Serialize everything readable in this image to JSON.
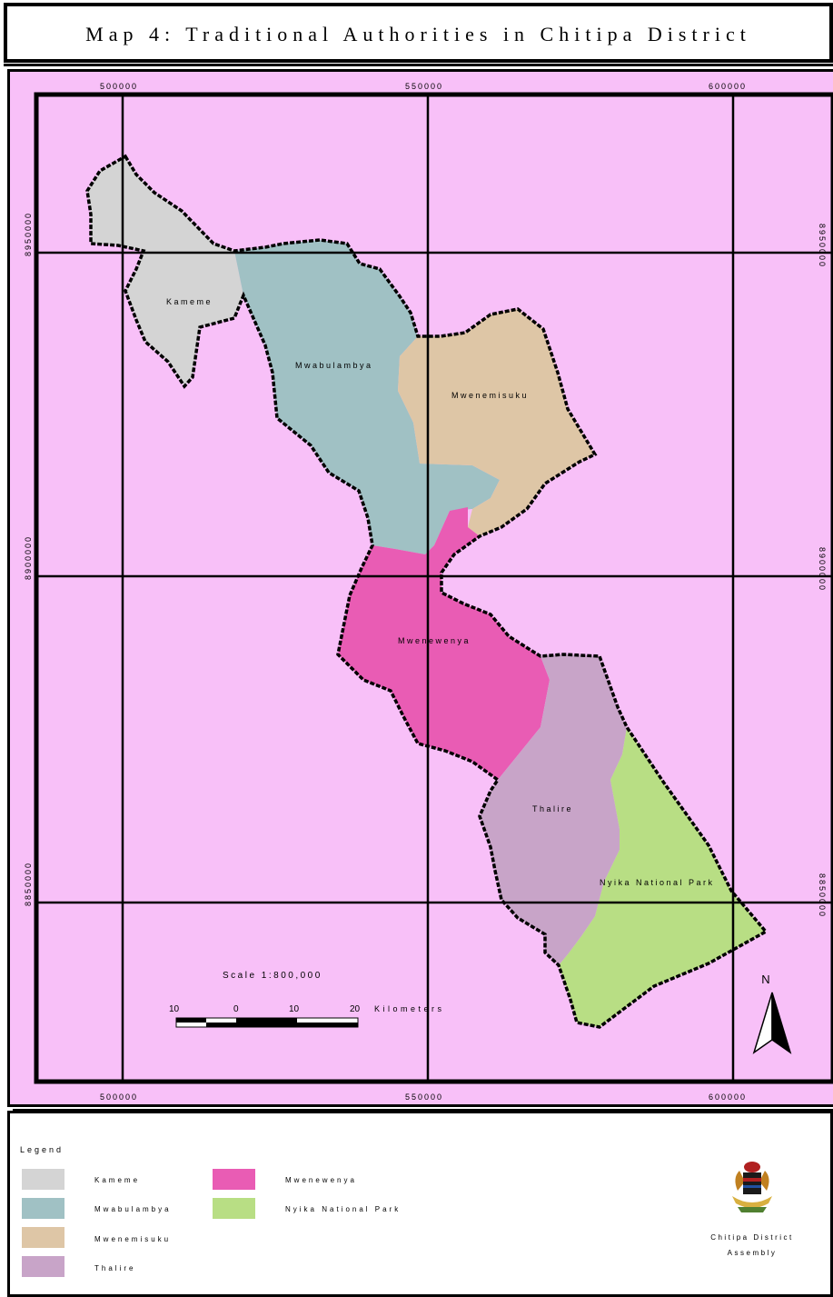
{
  "title": "Map 4: Traditional Authorities in Chitipa District",
  "grid": {
    "x_labels": [
      "500000",
      "550000",
      "600000"
    ],
    "y_labels": [
      "8950000",
      "8900000",
      "8850000"
    ]
  },
  "regions": [
    {
      "id": "kameme",
      "label": "Kameme",
      "color": "#d4d4d4"
    },
    {
      "id": "mwabulambya",
      "label": "Mwabulambya",
      "color": "#a0c1c4"
    },
    {
      "id": "mwenemisuku",
      "label": "Mwenemisuku",
      "color": "#dec6a6"
    },
    {
      "id": "mwenewenya",
      "label": "Mwenewenya",
      "color": "#e95cb4"
    },
    {
      "id": "thalire",
      "label": "Thalire",
      "color": "#c8a4c8"
    },
    {
      "id": "nyika",
      "label": "Nyika National Park",
      "color": "#b8de84"
    }
  ],
  "map_background": "#f8c0f8",
  "scale": {
    "text": "Scale 1:800,000",
    "ticks": [
      "10",
      "0",
      "10",
      "20"
    ],
    "unit": "Kilometers"
  },
  "north_label": "N",
  "legend": {
    "title": "Legend",
    "items": [
      {
        "label": "Kameme",
        "color": "#d4d4d4"
      },
      {
        "label": "Mwabulambya",
        "color": "#a0c1c4"
      },
      {
        "label": "Mwenemisuku",
        "color": "#dec6a6"
      },
      {
        "label": "Thalire",
        "color": "#c8a4c8"
      },
      {
        "label": "Mwenewenya",
        "color": "#e95cb4"
      },
      {
        "label": "Nyika National Park",
        "color": "#b8de84"
      }
    ],
    "emblem_icon": "coat-of-arms-icon",
    "org_line1": "Chitipa District",
    "org_line2": "Assembly"
  }
}
